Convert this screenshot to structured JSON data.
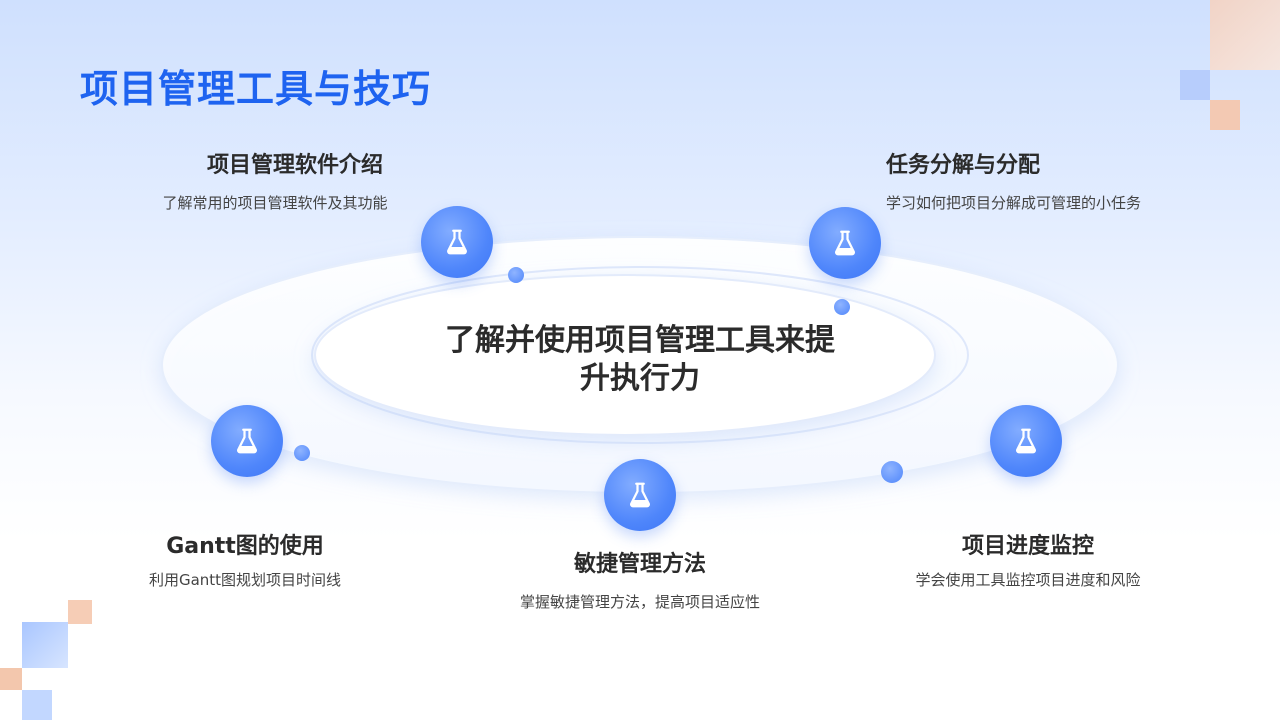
{
  "slide": {
    "title": "项目管理工具与技巧",
    "center_text": "了解并使用项目管理工具来提升执行力",
    "nodes": [
      {
        "title": "项目管理软件介绍",
        "desc": "了解常用的项目管理软件及其功能",
        "icon": "flask-icon"
      },
      {
        "title": "任务分解与分配",
        "desc": "学习如何把项目分解成可管理的小任务",
        "icon": "flask-icon"
      },
      {
        "title": "Gantt图的使用",
        "desc": "利用Gantt图规划项目时间线",
        "icon": "flask-icon"
      },
      {
        "title": "敏捷管理方法",
        "desc": "掌握敏捷管理方法，提高项目适应性",
        "icon": "flask-icon"
      },
      {
        "title": "项目进度监控",
        "desc": "学会使用工具监控项目进度和风险",
        "icon": "flask-icon"
      }
    ]
  },
  "colors": {
    "accent": "#1e63f0",
    "icon_blue": "#4f86fb",
    "text_dark": "#2b2b2b"
  }
}
